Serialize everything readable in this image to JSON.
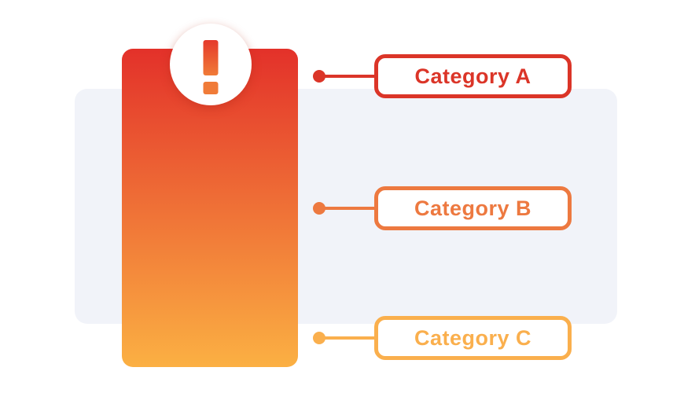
{
  "page": {
    "background": "#FFFFFF"
  },
  "panel": {
    "color": "#F1F3F9"
  },
  "bar": {
    "gradient_top": "#E3312A",
    "gradient_bottom": "#FBB043"
  },
  "alert": {
    "symbol": "!",
    "circle_color": "#FFFFFF",
    "mark_top": "#E53A2B",
    "mark_bottom": "#F07B38"
  },
  "callouts": [
    {
      "label": "Category A",
      "color": "#DB3528"
    },
    {
      "label": "Category B",
      "color": "#ED7940"
    },
    {
      "label": "Category C",
      "color": "#FAAF4D"
    }
  ]
}
